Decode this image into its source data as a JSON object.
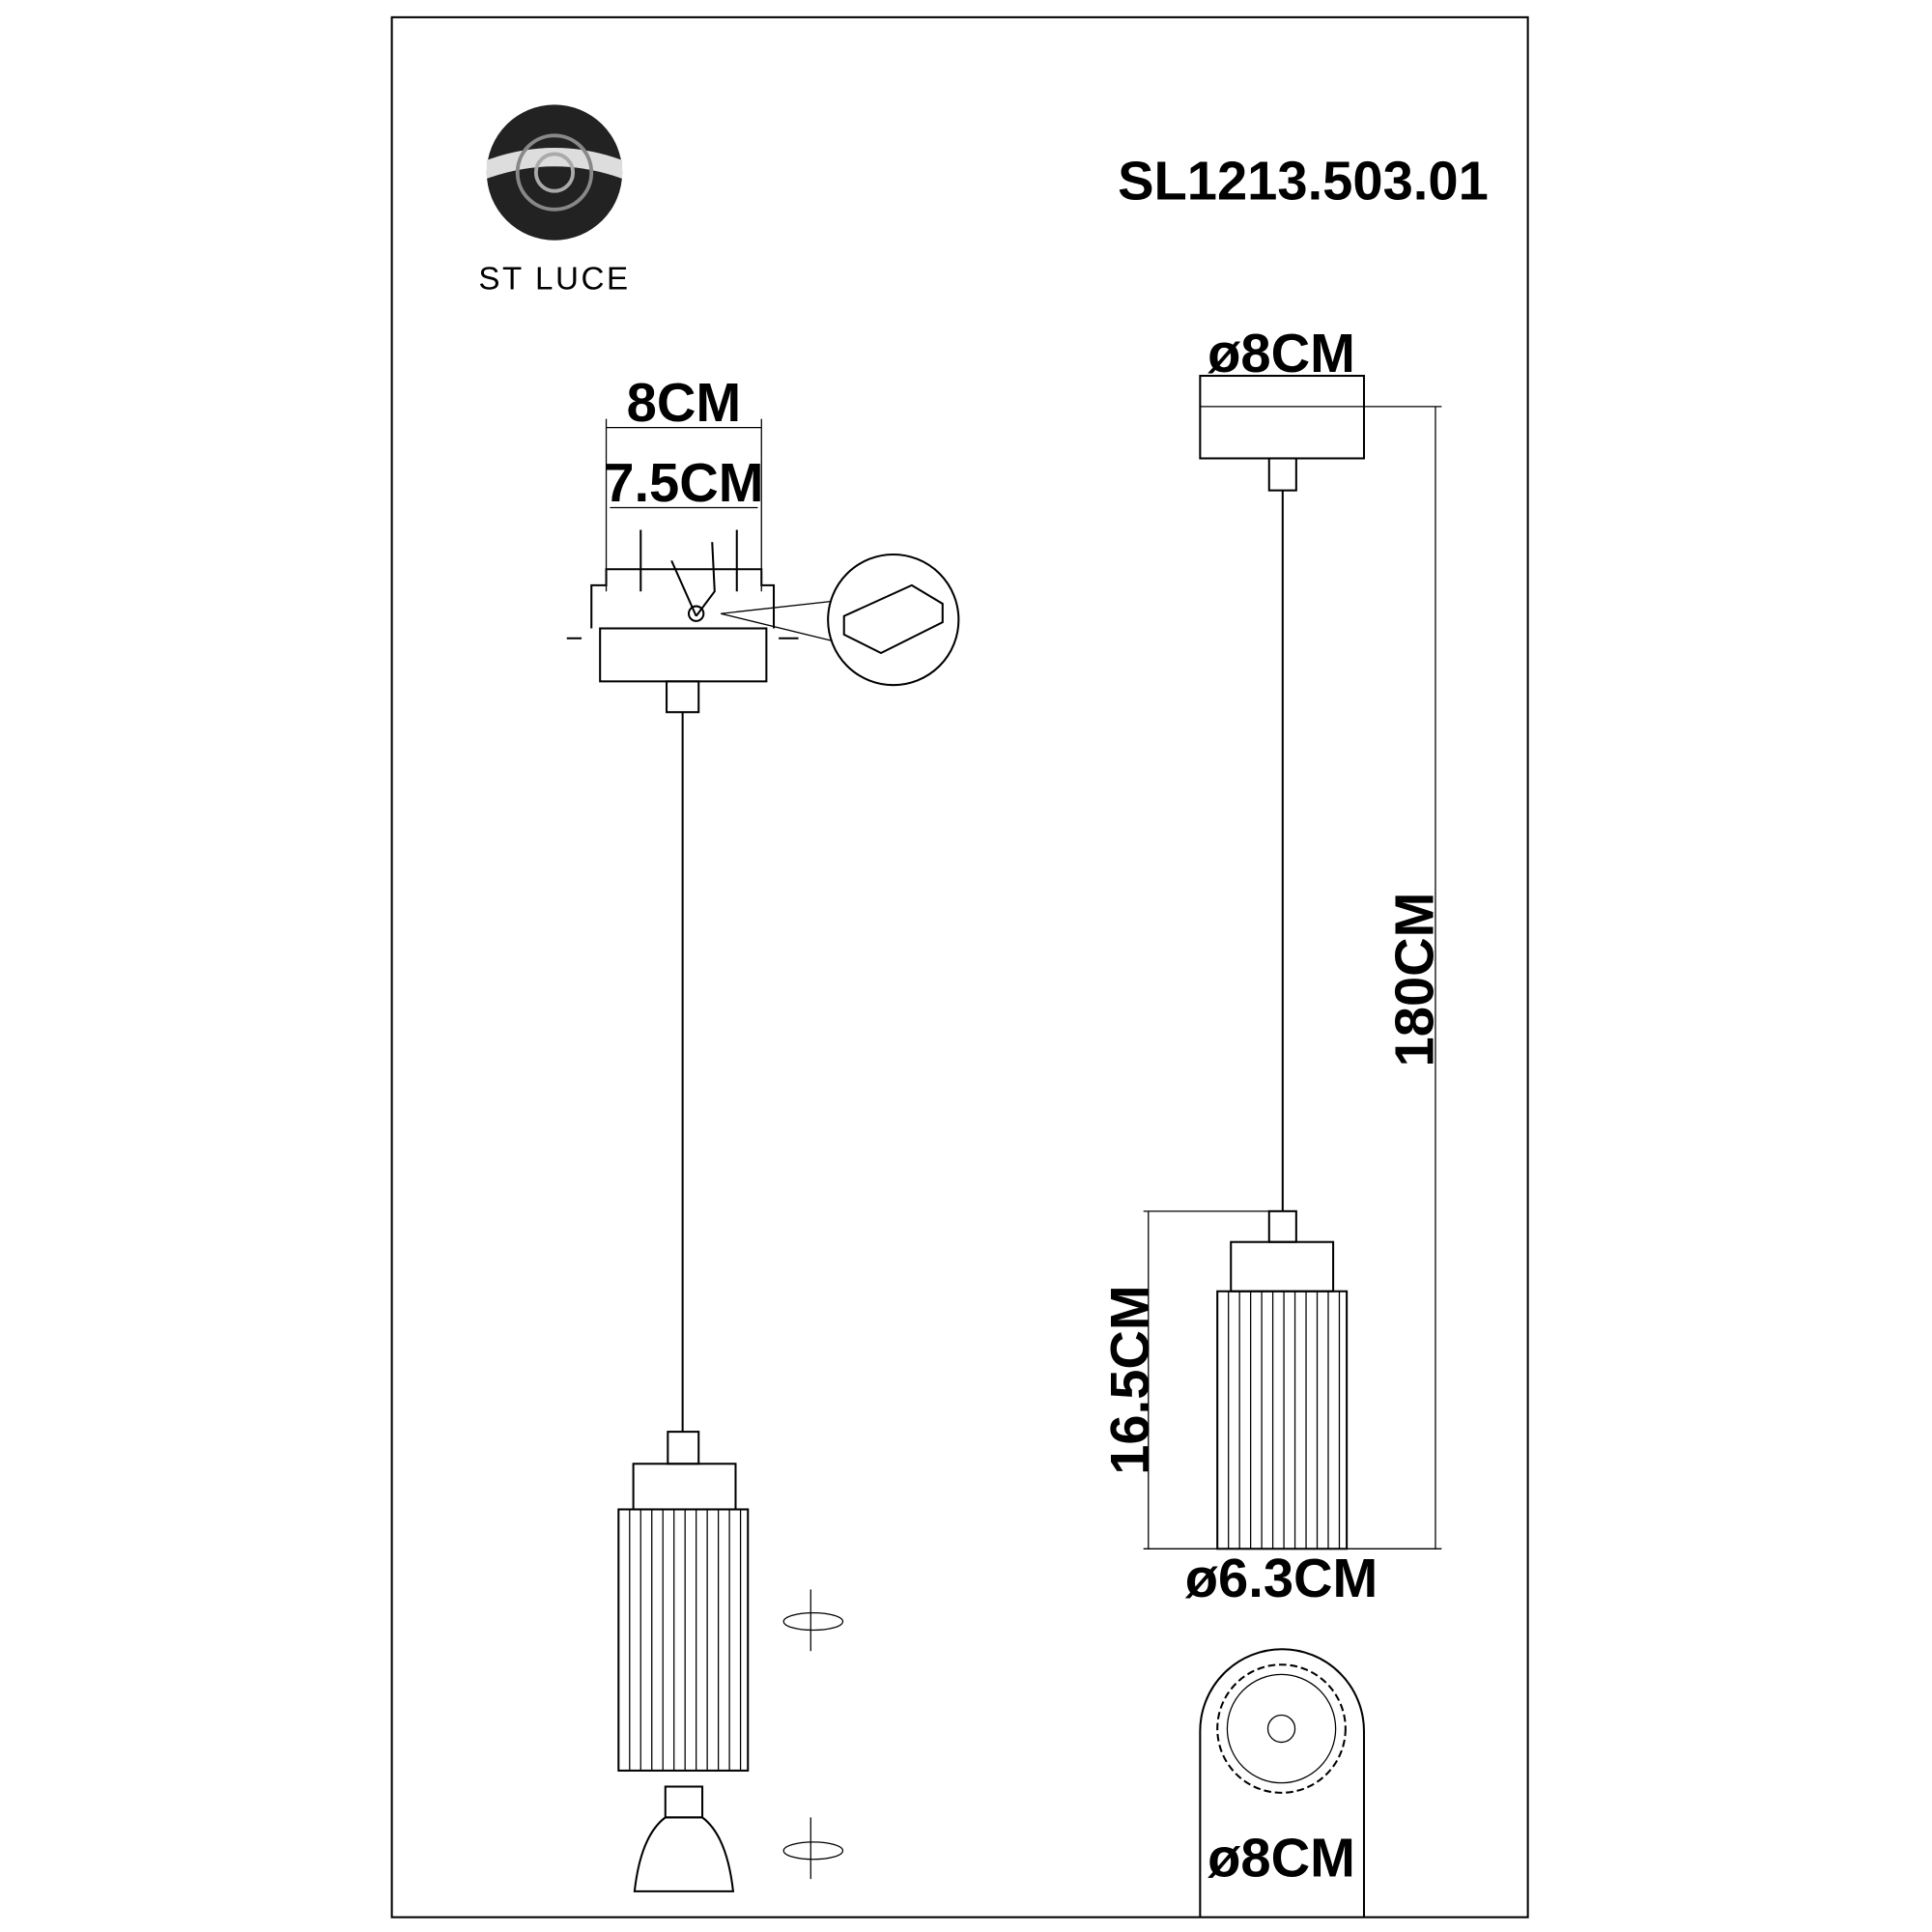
{
  "brand": {
    "name": "ST LUCE"
  },
  "model": "SL1213.503.01",
  "dimensions": {
    "canopy_width": "8CM",
    "canopy_mount_width": "7.5CM",
    "canopy_diameter": "ø8CM",
    "cable_length": "180CM",
    "shade_height": "16.5CM",
    "shade_diameter": "ø6.3CM",
    "bottom_diameter": "ø8CM"
  }
}
